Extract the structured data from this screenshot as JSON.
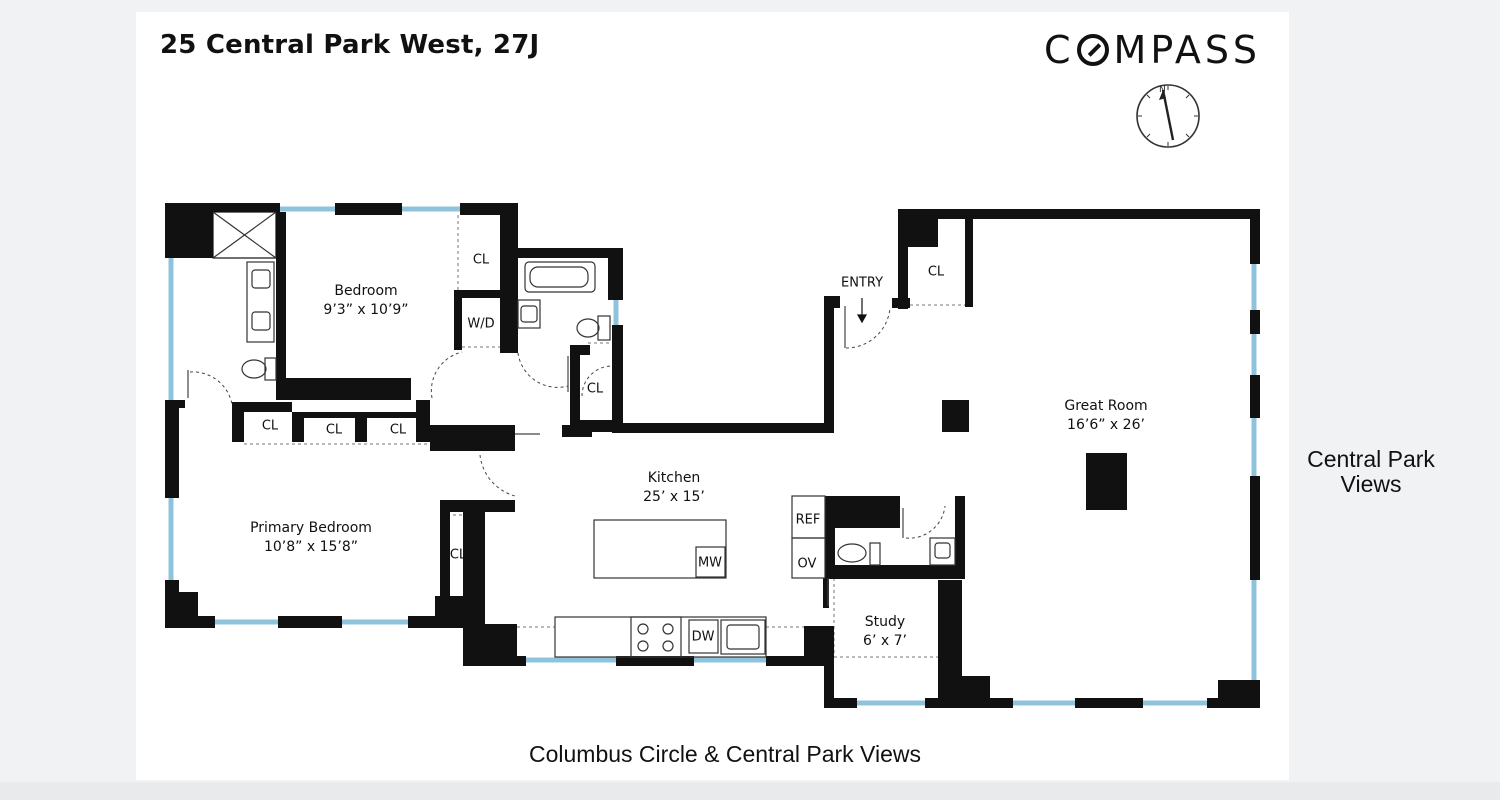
{
  "listing": {
    "title": "25 Central Park West, 27J",
    "brand_prefix": "C",
    "brand_suffix": "MPASS",
    "brand_name": "COMPASS"
  },
  "compass_rose": {
    "north_label": "N"
  },
  "rooms": {
    "bedroom": {
      "name": "Bedroom",
      "size": "9’3” x 10’9”"
    },
    "primary_bedroom": {
      "name": "Primary Bedroom",
      "size": "10’8” x 15’8”"
    },
    "kitchen": {
      "name": "Kitchen",
      "size": "25’ x 15’"
    },
    "great_room": {
      "name": "Great Room",
      "size": "16’6” x 26’"
    },
    "study": {
      "name": "Study",
      "size": "6’ x 7’"
    }
  },
  "tags": {
    "entry": "ENTRY",
    "closet": "CL",
    "washer_dryer": "W/D",
    "refrigerator": "REF",
    "oven": "OV",
    "microwave": "MW",
    "dishwasher": "DW"
  },
  "views": {
    "east": "Central Park Views",
    "south": "Columbus Circle & Central Park Views"
  },
  "colors": {
    "wall": "#111111",
    "window": "#8fc3dc",
    "fixture_line": "#333333",
    "background": "#ffffff"
  }
}
